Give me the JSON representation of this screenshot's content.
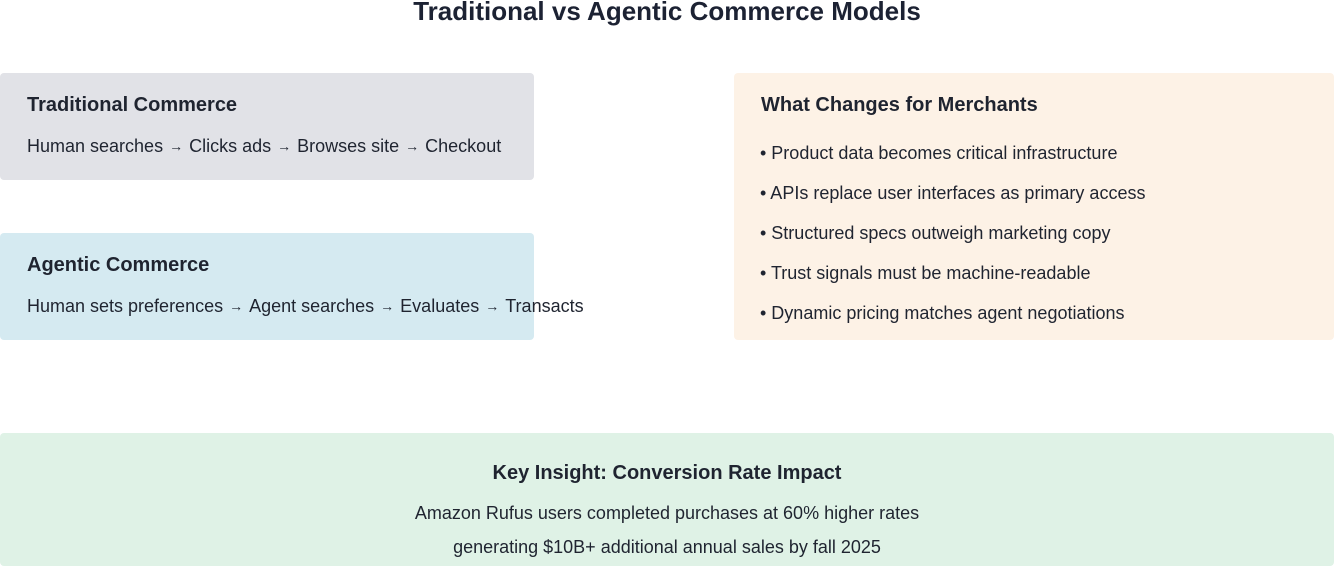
{
  "title": "Traditional vs Agentic Commerce Models",
  "traditional": {
    "heading": "Traditional Commerce",
    "steps": [
      "Human searches",
      "Clicks ads",
      "Browses site",
      "Checkout"
    ],
    "arrow": "→"
  },
  "agentic": {
    "heading": "Agentic Commerce",
    "steps": [
      "Human sets preferences",
      "Agent searches",
      "Evaluates",
      "Transacts"
    ],
    "arrow": "→"
  },
  "merchants": {
    "heading": "What Changes for Merchants",
    "items": [
      "• Product data becomes critical infrastructure",
      "• APIs replace user interfaces as primary access",
      "• Structured specs outweigh marketing copy",
      "• Trust signals must be machine-readable",
      "• Dynamic pricing matches agent negotiations"
    ]
  },
  "insight": {
    "heading": "Key Insight: Conversion Rate Impact",
    "line1": "Amazon Rufus users completed purchases at 60% higher rates",
    "line2": "generating $10B+ additional annual sales by fall 2025"
  },
  "colors": {
    "traditional_bg": "#e1e2e7",
    "agentic_bg": "#d5eaf1",
    "merchants_bg": "#fdf2e6",
    "insight_bg": "#dff2e6",
    "text": "#1f2430"
  }
}
